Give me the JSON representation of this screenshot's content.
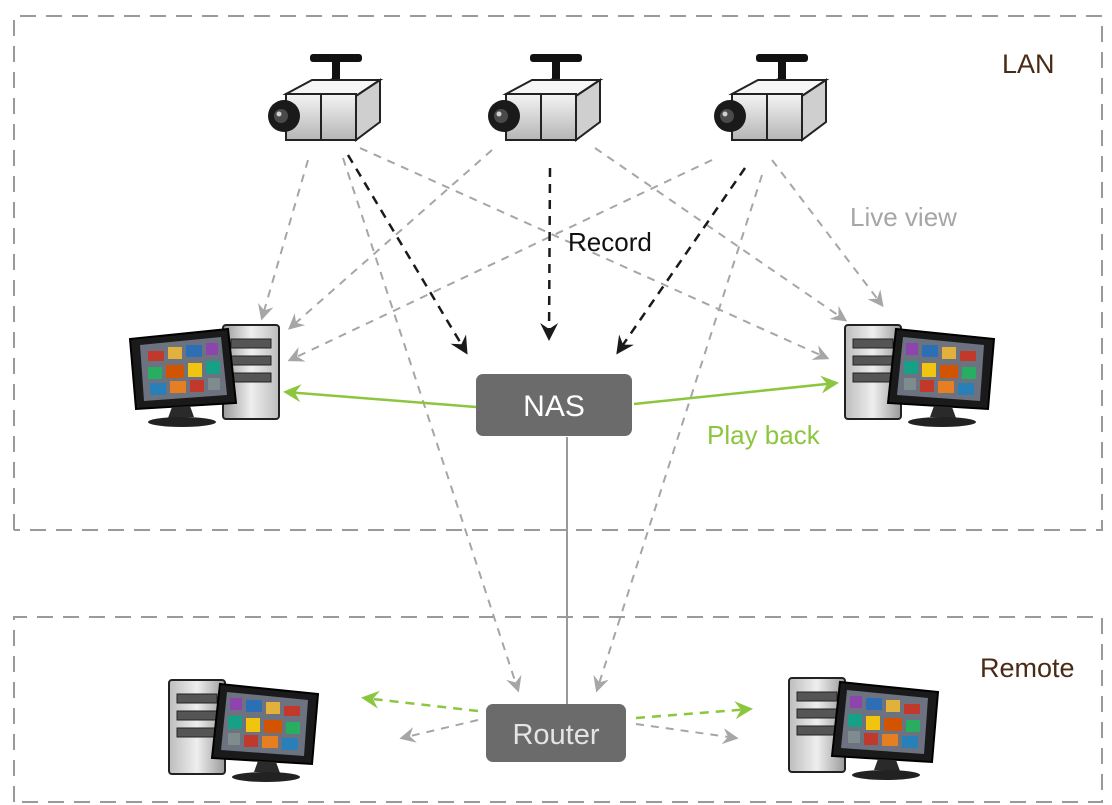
{
  "zones": {
    "lan": {
      "label": "LAN"
    },
    "remote": {
      "label": "Remote"
    }
  },
  "nodes": {
    "nas": {
      "label": "NAS"
    },
    "router": {
      "label": "Router"
    }
  },
  "flows": {
    "record": {
      "label": "Record"
    },
    "live_view": {
      "label": "Live view"
    },
    "play_back": {
      "label": "Play back"
    }
  },
  "colors": {
    "record": "#1a1a1a",
    "live_view": "#a6a6a6",
    "play_back": "#8cc63f",
    "box": "#6b6b6b",
    "zone_border": "#9a9a9a",
    "zone_label": "#4a2a14"
  },
  "icons": [
    "ip-camera-icon",
    "desktop-computer-icon"
  ]
}
